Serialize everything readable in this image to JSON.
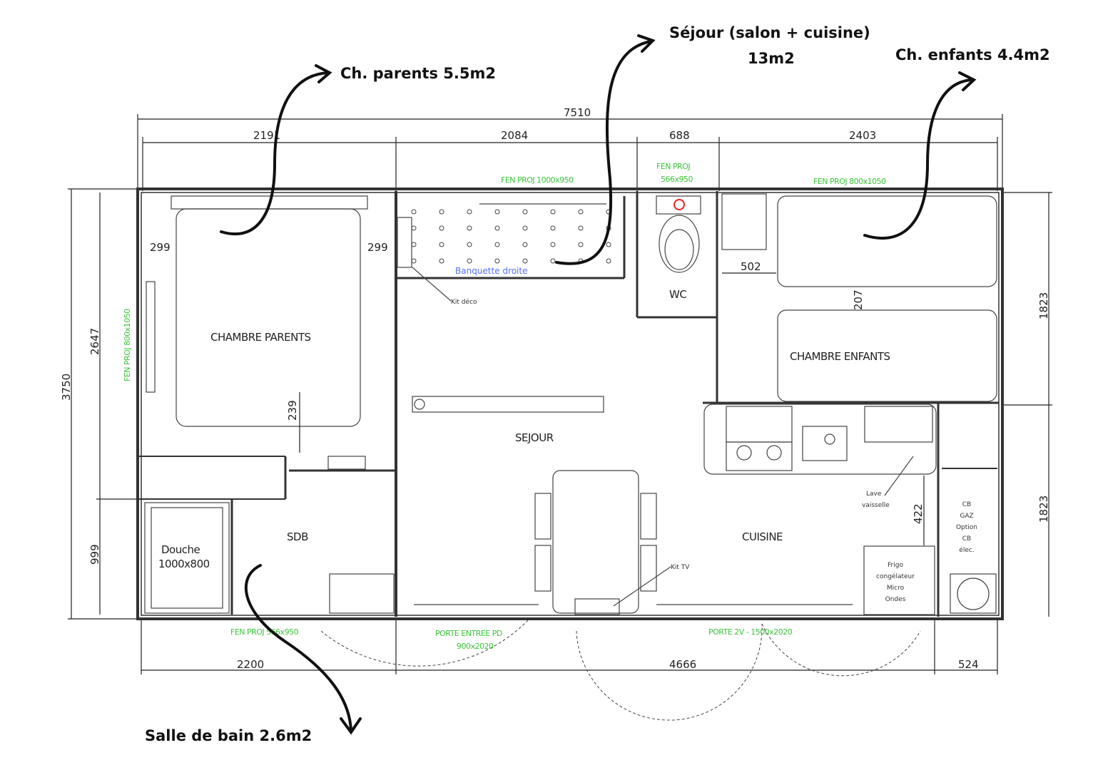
{
  "annotations": {
    "parents": "Ch. parents 5.5m2",
    "sejour_line1": "Séjour (salon + cuisine)",
    "sejour_line2": "13m2",
    "enfants": "Ch. enfants 4.4m2",
    "bain": "Salle de bain 2.6m2"
  },
  "rooms": {
    "chambre_parents": "CHAMBRE PARENTS",
    "chambre_enfants": "CHAMBRE ENFANTS",
    "sejour": "SEJOUR",
    "cuisine": "CUISINE",
    "wc": "WC",
    "sdb": "SDB",
    "douche_1": "Douche",
    "douche_2": "1000x800"
  },
  "dimensions": {
    "total_width": "7510",
    "top": [
      "2191",
      "2084",
      "688",
      "2403"
    ],
    "bottom": [
      "2200",
      "4666",
      "524"
    ],
    "left_total": "3750",
    "left": [
      "2647",
      "999"
    ],
    "right": [
      "1823",
      "1823"
    ],
    "inner": {
      "bed_left": "299",
      "bed_right": "299",
      "bed_gap": "239",
      "enfants_gap": "502",
      "enfants_bed": "207",
      "kitchen": "422"
    }
  },
  "windows_doors": {
    "fen_top_sejour": "FEN PROJ 1000x950",
    "fen_wc_1": "FEN PROJ",
    "fen_wc_2": "566x950",
    "fen_enfants": "FEN PROJ 800x1050",
    "fen_parents": "FEN PROJ 800x1050",
    "fen_sdb": "FEN PROJ 566x950",
    "porte_entree_1": "PORTE ENTREE PD",
    "porte_entree_2": "900x2020",
    "porte_2v": "PORTE 2V - 1500x2020"
  },
  "labels": {
    "banquette": "Banquette droite",
    "kit_deco": "Kit déco",
    "kit_tv": "Kit TV",
    "lave_1": "Lave",
    "lave_2": "vaisselle",
    "frigo": [
      "Frigo",
      "congélateur",
      "Micro",
      "Ondes"
    ],
    "cb": [
      "CB",
      "GAZ",
      "Option",
      "CB",
      "élec."
    ]
  },
  "colors": {
    "green_text": "#3cc43c",
    "blue_text": "#5570ff",
    "walls": "#333333"
  }
}
